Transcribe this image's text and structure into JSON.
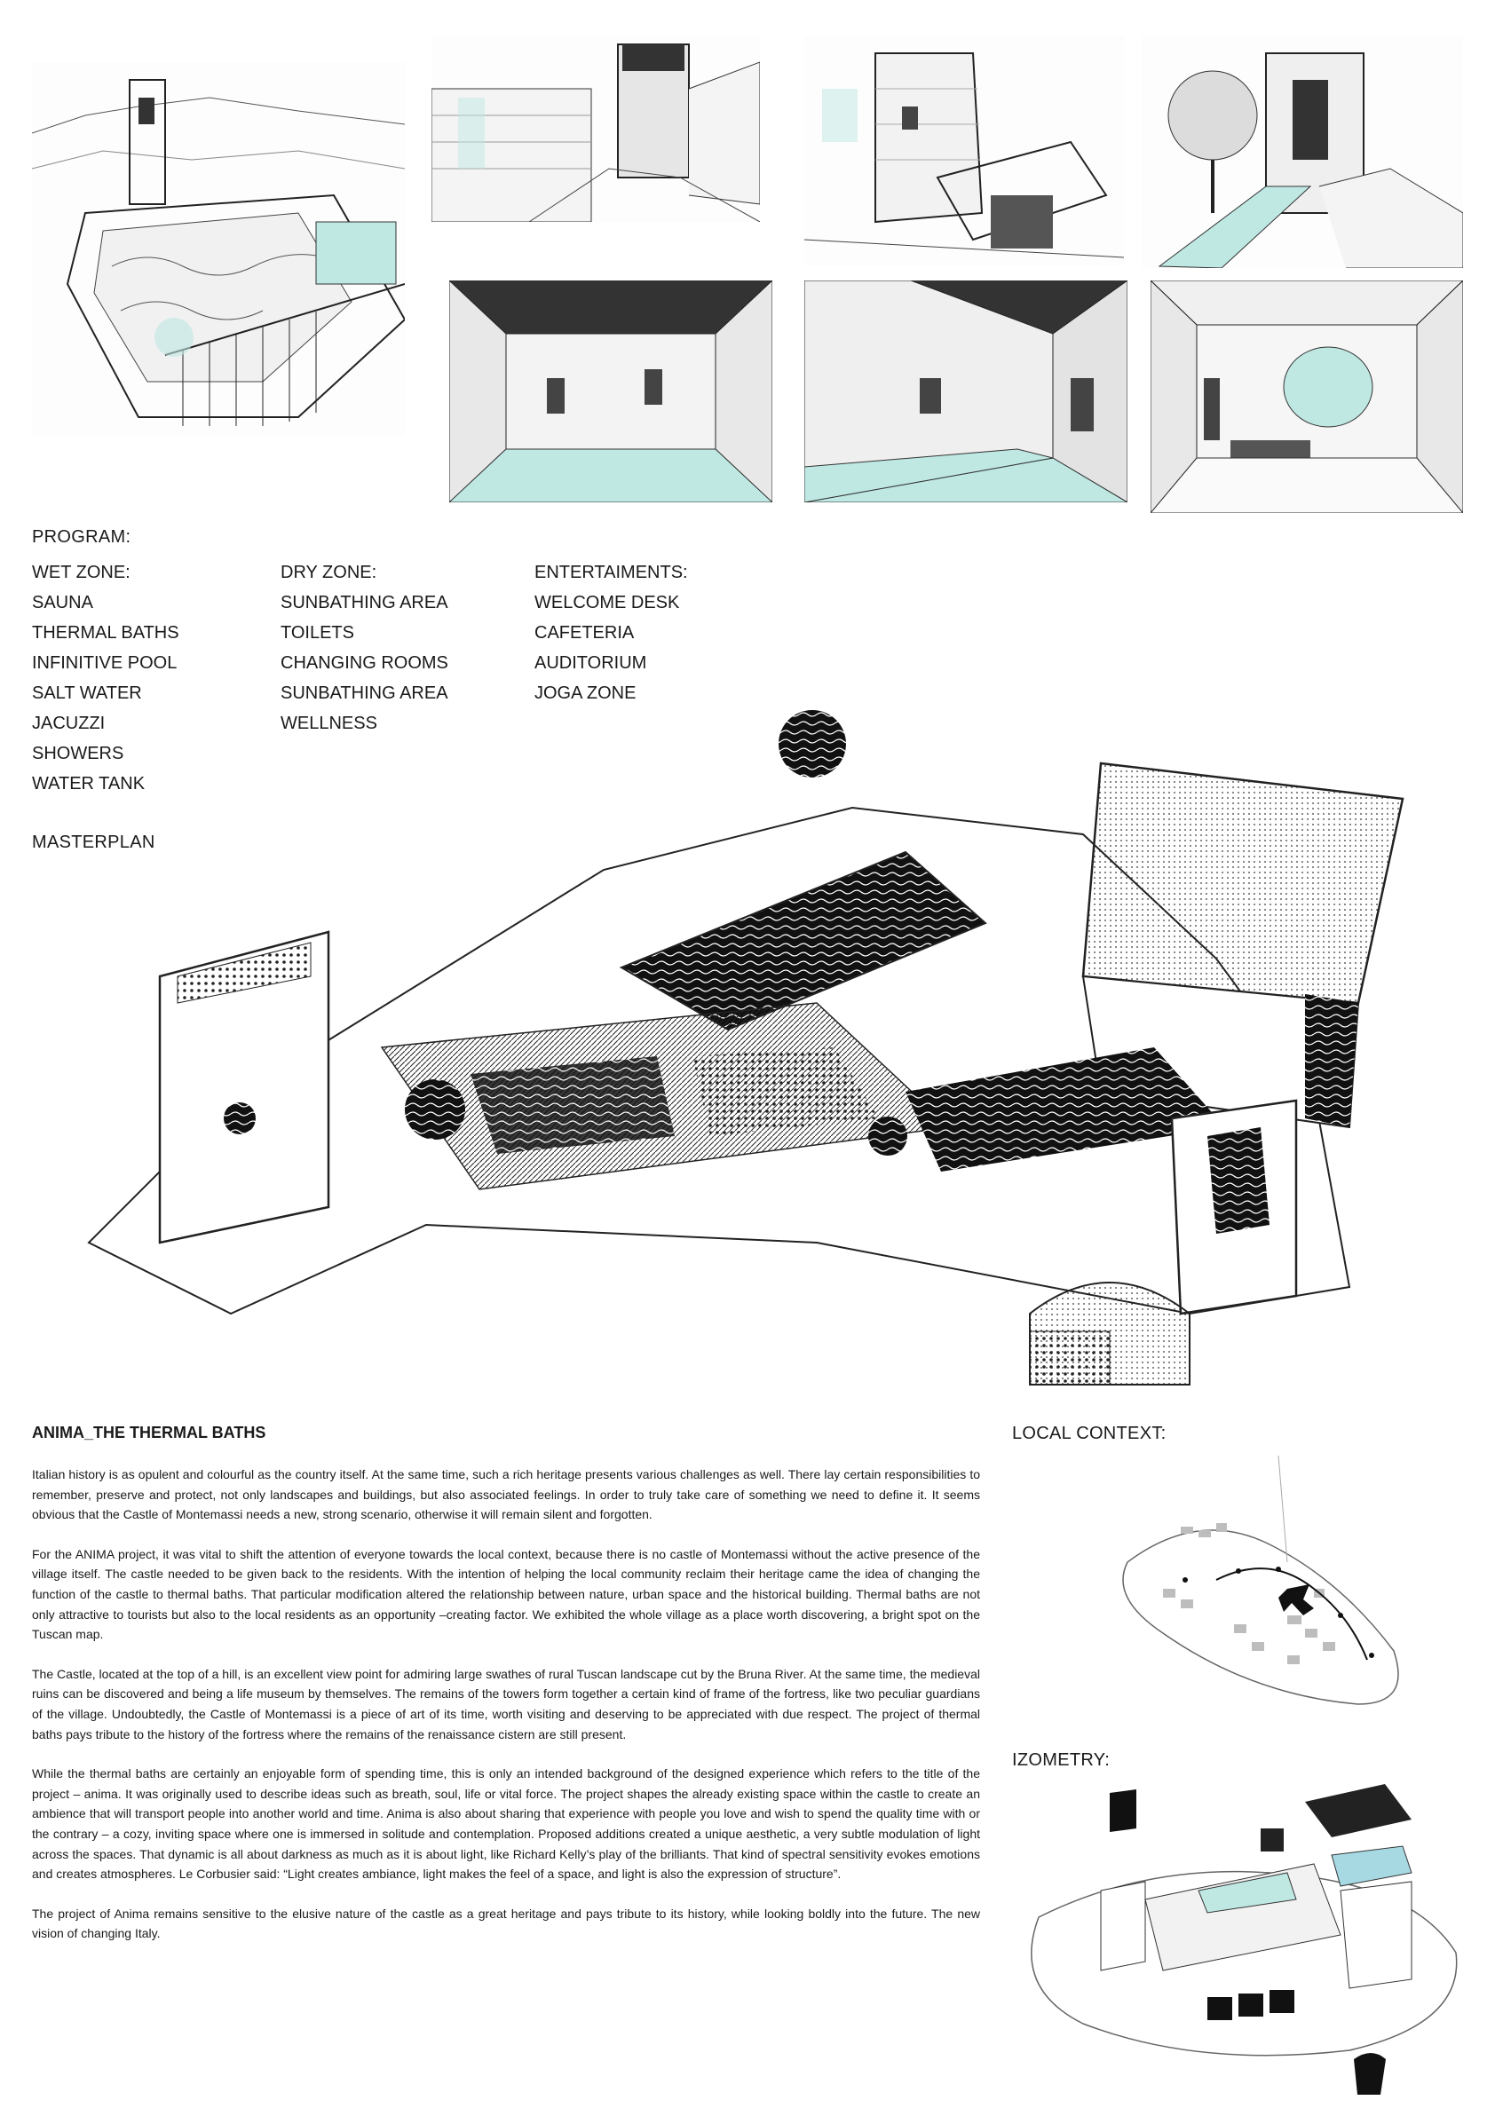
{
  "program": {
    "title": "PROGRAM:",
    "wet_zone": {
      "heading": "WET ZONE:",
      "items": [
        "SAUNA",
        "THERMAL BATHS",
        "INFINITIVE POOL",
        "SALT WATER",
        "JACUZZI",
        "SHOWERS",
        "WATER TANK"
      ]
    },
    "dry_zone": {
      "heading": "DRY ZONE:",
      "items": [
        "SUNBATHING AREA",
        "TOILETS",
        "CHANGING ROOMS",
        "SUNBATHING AREA",
        "WELLNESS"
      ]
    },
    "entertainments": {
      "heading": "ENTERTAIMENTS:",
      "items": [
        "WELCOME DESK",
        "CAFETERIA",
        "AUDITORIUM",
        "JOGA ZONE"
      ]
    }
  },
  "masterplan": {
    "label": "MASTERPLAN"
  },
  "local_context": {
    "label": "LOCAL CONTEXT:"
  },
  "izometry": {
    "label": "IZOMETRY:"
  },
  "article": {
    "title": "ANIMA_THE THERMAL BATHS",
    "paragraphs": [
      "Italian history is as opulent and colourful as the country itself. At the same time, such a rich heritage presents various challenges as well. There lay certain responsibilities to remember, preserve and protect, not only landscapes and buildings, but also associated feelings. In order to truly take care of something we need to define it. It seems obvious that the Castle of Montemassi needs a new, strong scenario, otherwise it will remain silent and forgotten.",
      "For the ANIMA project, it was vital to shift the attention of everyone towards the local context, because there is no castle of Montemassi without the active presence of the village itself. The castle needed to be given back to the residents. With the intention of helping the local community reclaim their heritage came the idea of changing the function of the castle to thermal baths. That particular modification altered the relationship between nature, urban space and the historical building. Thermal baths are not only attractive to tourists but also to the local residents as an opportunity –creating factor. We exhibited the whole village as a place worth discovering, a bright spot on the Tuscan map.",
      "The Castle, located at the top of a hill, is an excellent view point for admiring large swathes of rural Tuscan landscape cut by the Bruna River. At the same time, the medieval ruins can be discovered and being a life museum by themselves. The remains of the towers form together a certain kind of frame of the fortress, like two peculiar guardians of the village. Undoubtedly, the Castle of Montemassi is a piece of art of its time, worth visiting and deserving to be appreciated with due respect. The project of thermal baths pays tribute to the history of the fortress where the remains of the renaissance cistern are still present.",
      "While the thermal baths are certainly an enjoyable form of spending time, this is only an intended background of the designed experience which refers to the title of the project – anima. It was originally used to describe ideas such as breath, soul, life or vital force. The project shapes the already existing space within the castle to create an ambience that will transport people into another world and time. Anima is also about sharing that experience with people you love and wish to spend the quality time with or the contrary – a cozy, inviting space where one is immersed in solitude and contemplation. Proposed additions created a unique aesthetic, a very subtle modulation of light across the spaces. That dynamic is all about darkness as much as it is about light, like Richard Kelly’s play of the brilliants. That kind of spectral sensitivity evokes emotions and creates atmospheres. Le Corbusier said: “Light creates ambiance, light makes the feel of a space, and light is also the expression of structure”.",
      "The project of Anima remains sensitive to the elusive nature of the castle as a great heritage and pays tribute to its history, while looking boldly into the future. The new vision of changing Italy."
    ]
  },
  "colors": {
    "ink": "#1a1a1a",
    "water": "#bfe8e3",
    "paper": "#ffffff"
  },
  "sketches": [
    "castle-overview-sketch",
    "tower-path-sketch",
    "tower-bridge-sketch",
    "olive-tree-pool-sketch",
    "courtyard-pool-sketch",
    "corner-pool-sketch",
    "grotto-room-sketch"
  ]
}
